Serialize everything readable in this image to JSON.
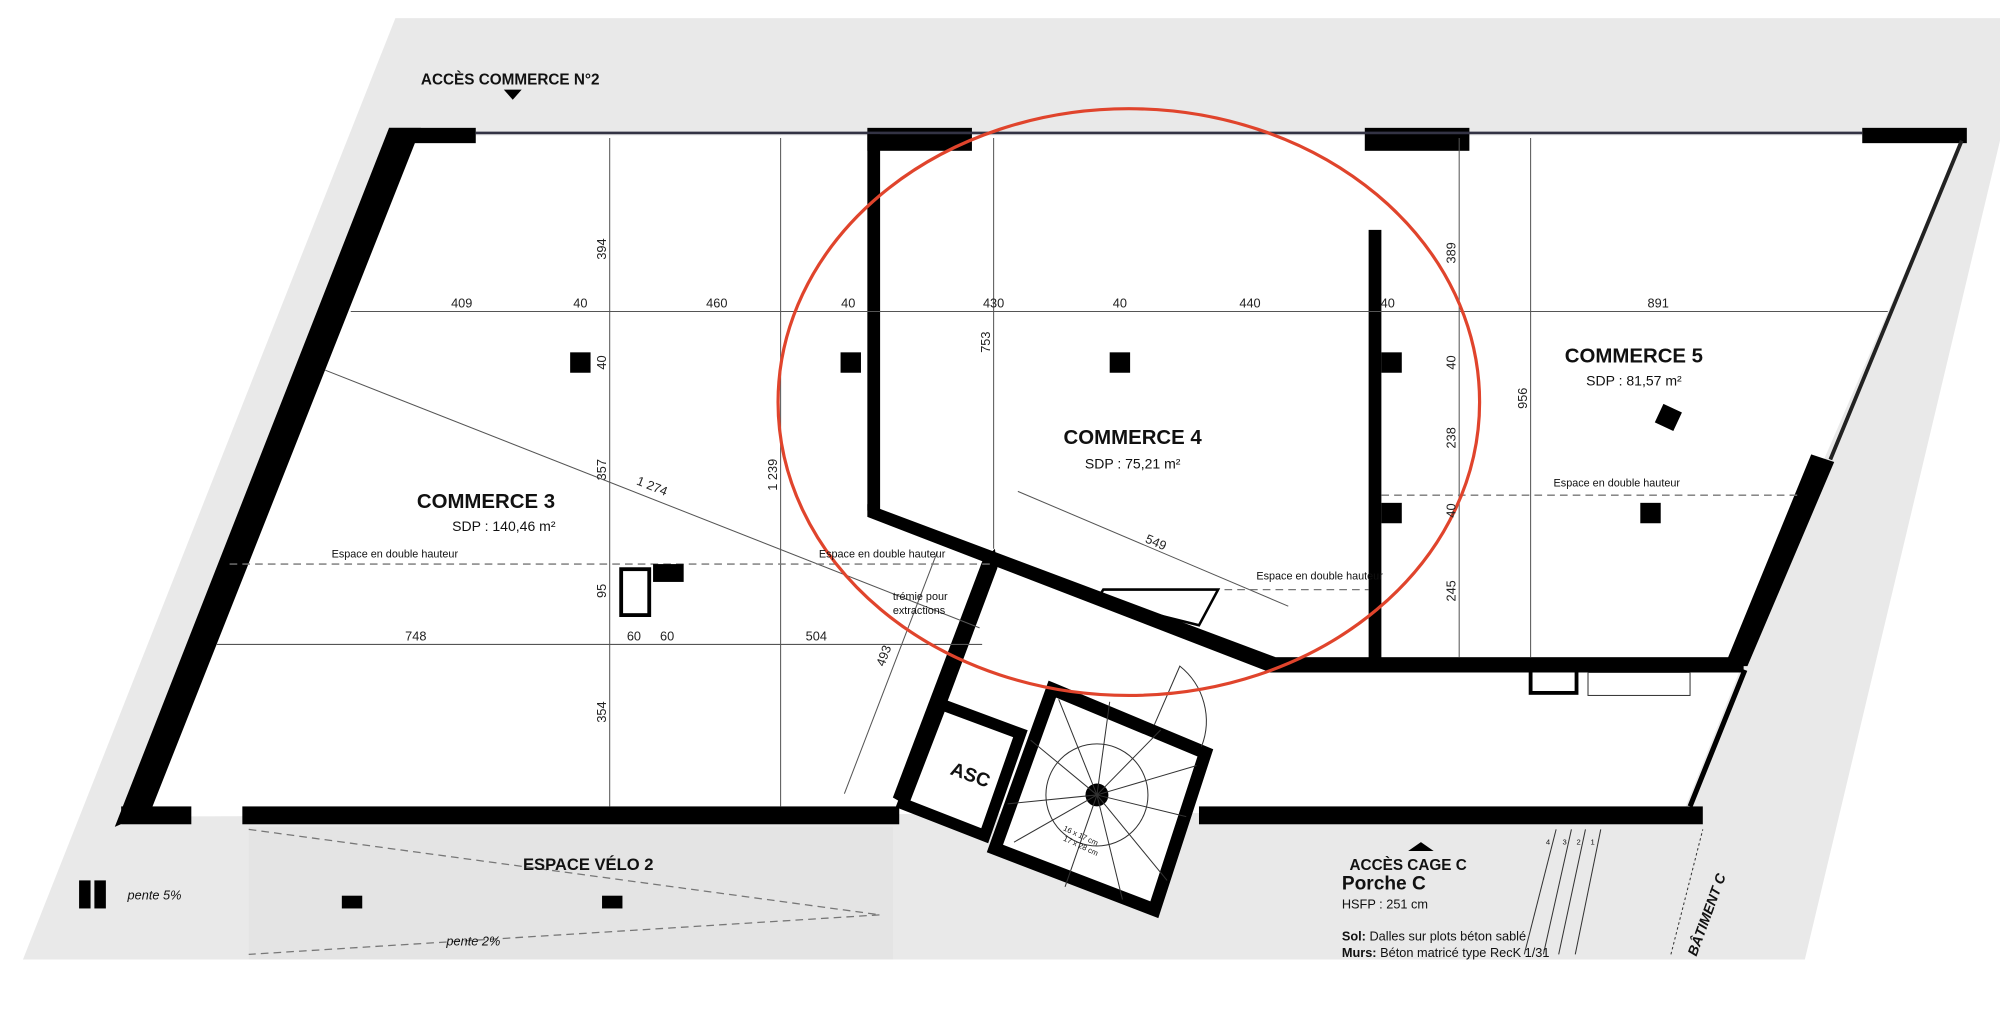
{
  "plan": {
    "access_commerce": "ACCÈS COMMERCE N°2",
    "rooms": [
      {
        "name": "COMMERCE 3",
        "sdp": "SDP : 140,46 m²"
      },
      {
        "name": "COMMERCE 4",
        "sdp": "SDP : 75,21 m²"
      },
      {
        "name": "COMMERCE 5",
        "sdp": "SDP : 81,57 m²"
      }
    ],
    "double_height": "Espace en double hauteur",
    "tremie": [
      "trémie pour",
      "extractions"
    ],
    "elevator": "ASC",
    "stair_notes": [
      "16 x 17 cm",
      "17 x 28 cm"
    ],
    "velo": {
      "name": "ESPACE VÉLO 2",
      "slope_a": "pente 5%",
      "slope_b": "pente 2%"
    },
    "access_cage": "ACCÈS CAGE C",
    "porche": {
      "name": "Porche C",
      "hsfp": "HSFP : 251 cm",
      "sol_label": "Sol:",
      "sol": "Dalles sur plots béton sablé",
      "murs_label": "Murs:",
      "murs": "Béton matricé type RecK 1/31"
    },
    "batiment": "BÂTIMENT C",
    "step_numbers": [
      "4",
      "3",
      "2",
      "1"
    ],
    "dims_top": [
      "409",
      "40",
      "460",
      "40",
      "430",
      "40",
      "440",
      "40",
      "891"
    ],
    "dims_vertical": [
      "394",
      "40",
      "357",
      "95",
      "354",
      "1 239",
      "753",
      "389",
      "40",
      "238",
      "40",
      "245",
      "956"
    ],
    "dims_bottom": [
      "748",
      "60",
      "60",
      "504"
    ],
    "dims_diagonal": [
      "1 274",
      "549",
      "493"
    ],
    "highlight_color": "#e0442c"
  }
}
